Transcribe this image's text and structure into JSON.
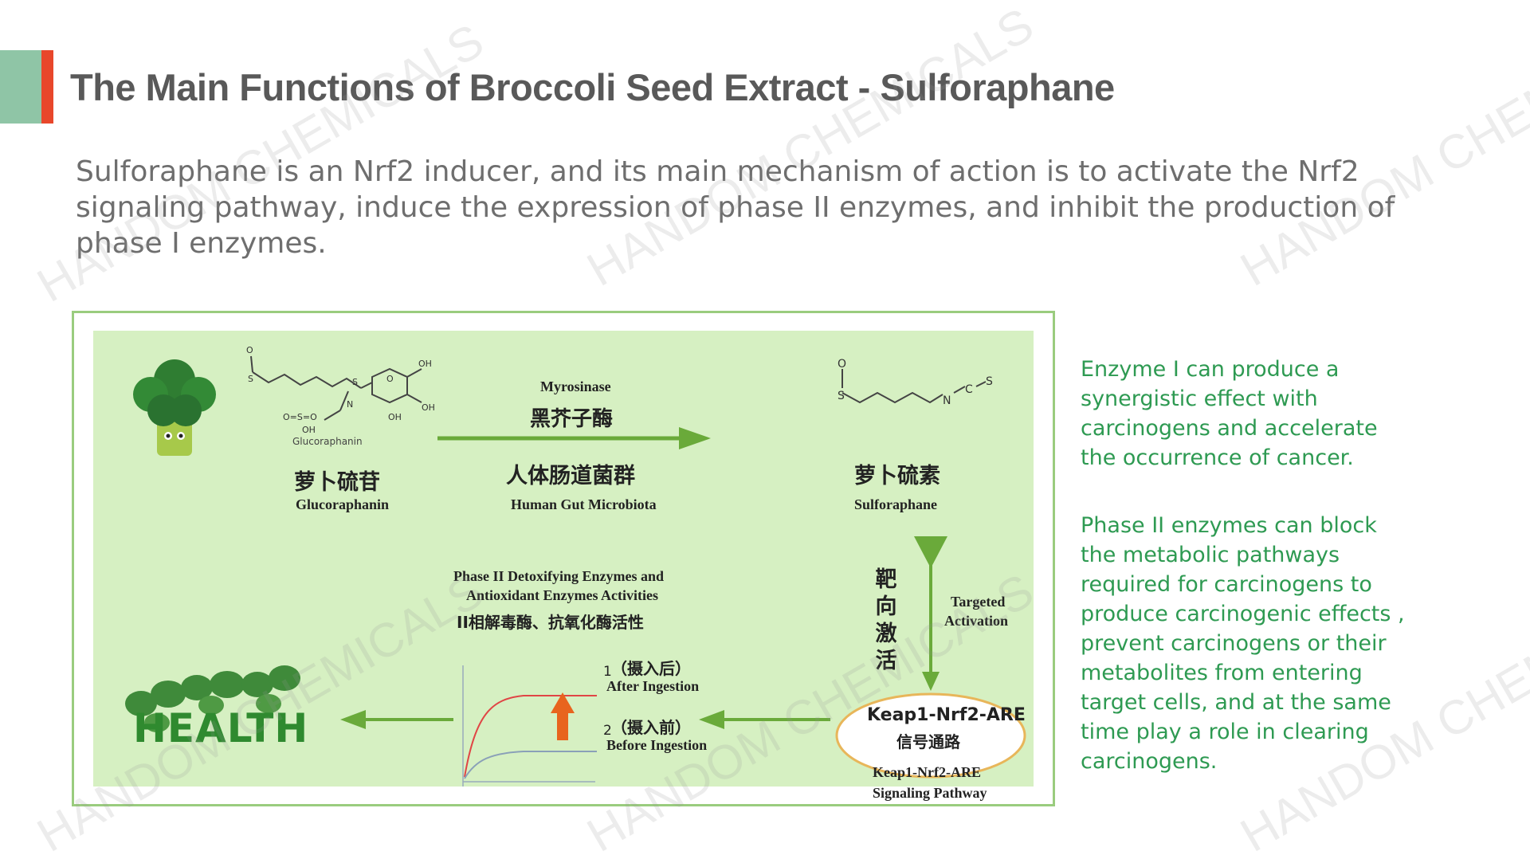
{
  "slide": {
    "title": "The Main Functions of Broccoli Seed Extract - Sulforaphane",
    "intro": "Sulforaphane is an Nrf2 inducer, and its main mechanism of action is to activate the Nrf2 signaling pathway, induce the expression of phase II enzymes, and inhibit the production of phase I enzymes."
  },
  "watermark": "HANDOM CHEMICALS",
  "colors": {
    "accent_green": "#8fc5a6",
    "accent_red": "#e8472b",
    "note_green": "#2e9a52",
    "figure_bg": "#d6f0c2",
    "arrow_green": "#6aaa3a"
  },
  "figure": {
    "glucoraphanin_caption": "Glucoraphanin",
    "glucoraphanin_cn": "萝卜硫苷",
    "glucoraphanin_en": "Glucoraphanin",
    "enzyme_en": "Myrosinase",
    "enzyme_cn": "黑芥子酶",
    "microbiota_cn": "人体肠道菌群",
    "microbiota_en": "Human Gut Microbiota",
    "sulforaphane_cn": "萝卜硫素",
    "sulforaphane_en": "Sulforaphane",
    "targeted_cn": "靶向激活",
    "targeted_en_1": "Targeted",
    "targeted_en_2": "Activation",
    "pathway_cloud_1": "Keap1-Nrf2-ARE",
    "pathway_cloud_2": "信号通路",
    "pathway_en_1": "Keap1-Nrf2-ARE",
    "pathway_en_2": "Signaling Pathway",
    "phase2_en_1": "Phase II Detoxifying Enzymes and",
    "phase2_en_2": "Antioxidant Enzymes Activities",
    "phase2_cn": "II相解毒酶、抗氧化酶活性",
    "curve1_num": "1",
    "curve1_cn": "（摄入后）",
    "curve1_en": "After Ingestion",
    "curve2_num": "2",
    "curve2_cn": "（摄入前）",
    "curve2_en": "Before Ingestion",
    "health_label": "HEALTH"
  },
  "notes": [
    "Enzyme I can produce a synergistic effect with carcinogens and accelerate the occurrence of cancer.",
    "Phase II enzymes can block the metabolic pathways required for carcinogens to produce carcinogenic effects , prevent carcinogens or their metabolites from entering target cells, and at the same time play a role in clearing carcinogens."
  ]
}
